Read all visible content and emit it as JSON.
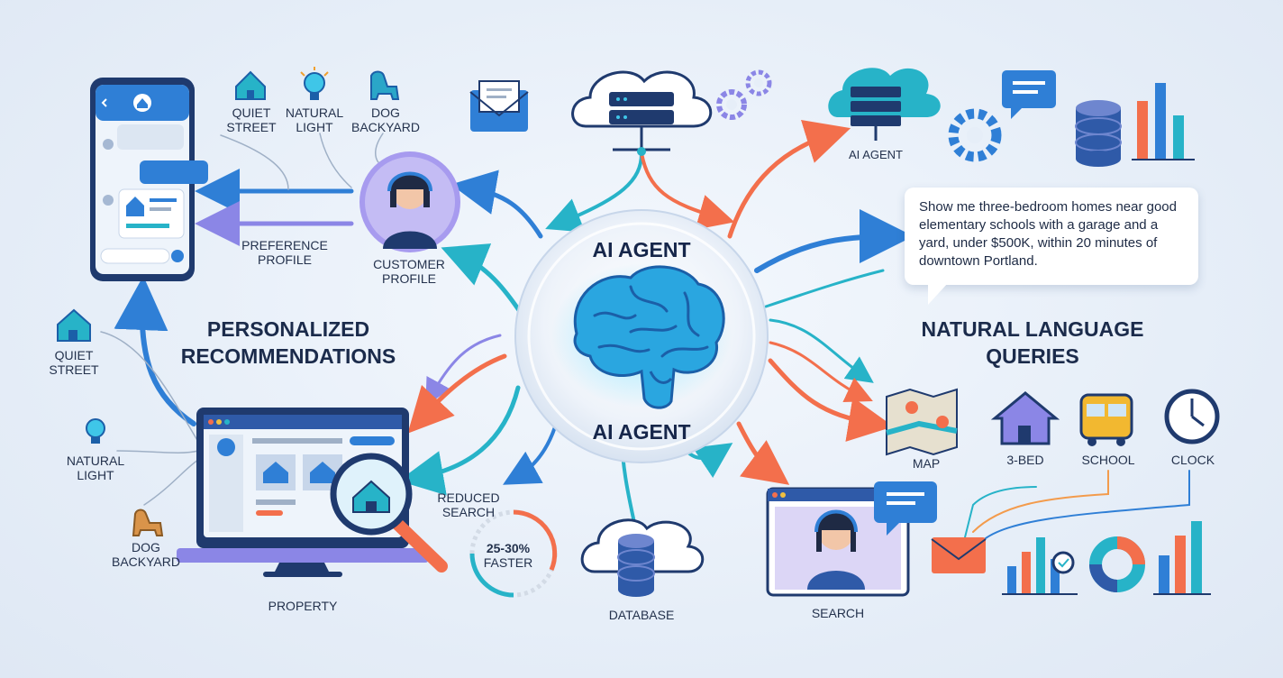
{
  "hub": {
    "title_top": "AI AGENT",
    "title_bottom": "AI AGENT"
  },
  "left": {
    "heading_line1": "PERSONALIZED",
    "heading_line2": "RECOMMENDATIONS",
    "top_prefs": [
      {
        "line1": "QUIET",
        "line2": "STREET",
        "icon": "house-icon"
      },
      {
        "line1": "NATURAL",
        "line2": "LIGHT",
        "icon": "lightbulb-icon"
      },
      {
        "line1": "DOG",
        "line2": "BACKYARD",
        "icon": "dog-icon"
      }
    ],
    "side_prefs": [
      {
        "line1": "QUIET",
        "line2": "STREET",
        "icon": "house-icon"
      },
      {
        "line1": "NATURAL",
        "line2": "LIGHT",
        "icon": "lightbulb-icon"
      },
      {
        "line1": "DOG",
        "line2": "BACKYARD",
        "icon": "dog-icon"
      }
    ],
    "preference_line1": "PREFERENCE",
    "preference_line2": "PROFILE",
    "customer_line1": "CUSTOMER",
    "customer_line2": "PROFILE",
    "property": "PROPERTY",
    "reduced_line1": "REDUCED",
    "reduced_line2": "SEARCH",
    "stat_line1": "25-30%",
    "stat_line2": "FASTER"
  },
  "center": {
    "database": "DATABASE"
  },
  "right": {
    "agent_label": "AI AGENT",
    "query": "Show me three-bedroom homes near good elementary schools with a garage and a yard, under $500K, within 20 minutes of downtown Portland.",
    "heading_line1": "NATURAL LANGUAGE",
    "heading_line2": "QUERIES",
    "icons": [
      {
        "label": "MAP",
        "icon": "map-icon"
      },
      {
        "label": "3-BED",
        "icon": "house-icon"
      },
      {
        "label": "SCHOOL",
        "icon": "school-bus-icon"
      },
      {
        "label": "CLOCK",
        "icon": "clock-icon"
      }
    ],
    "search": "SEARCH"
  },
  "colors": {
    "blue": "#2f7fd6",
    "cyan": "#27b3c8",
    "orange": "#f36f4c",
    "purple": "#8b86e6",
    "navy": "#1f3a6e",
    "brain": "#3fc6e8"
  }
}
